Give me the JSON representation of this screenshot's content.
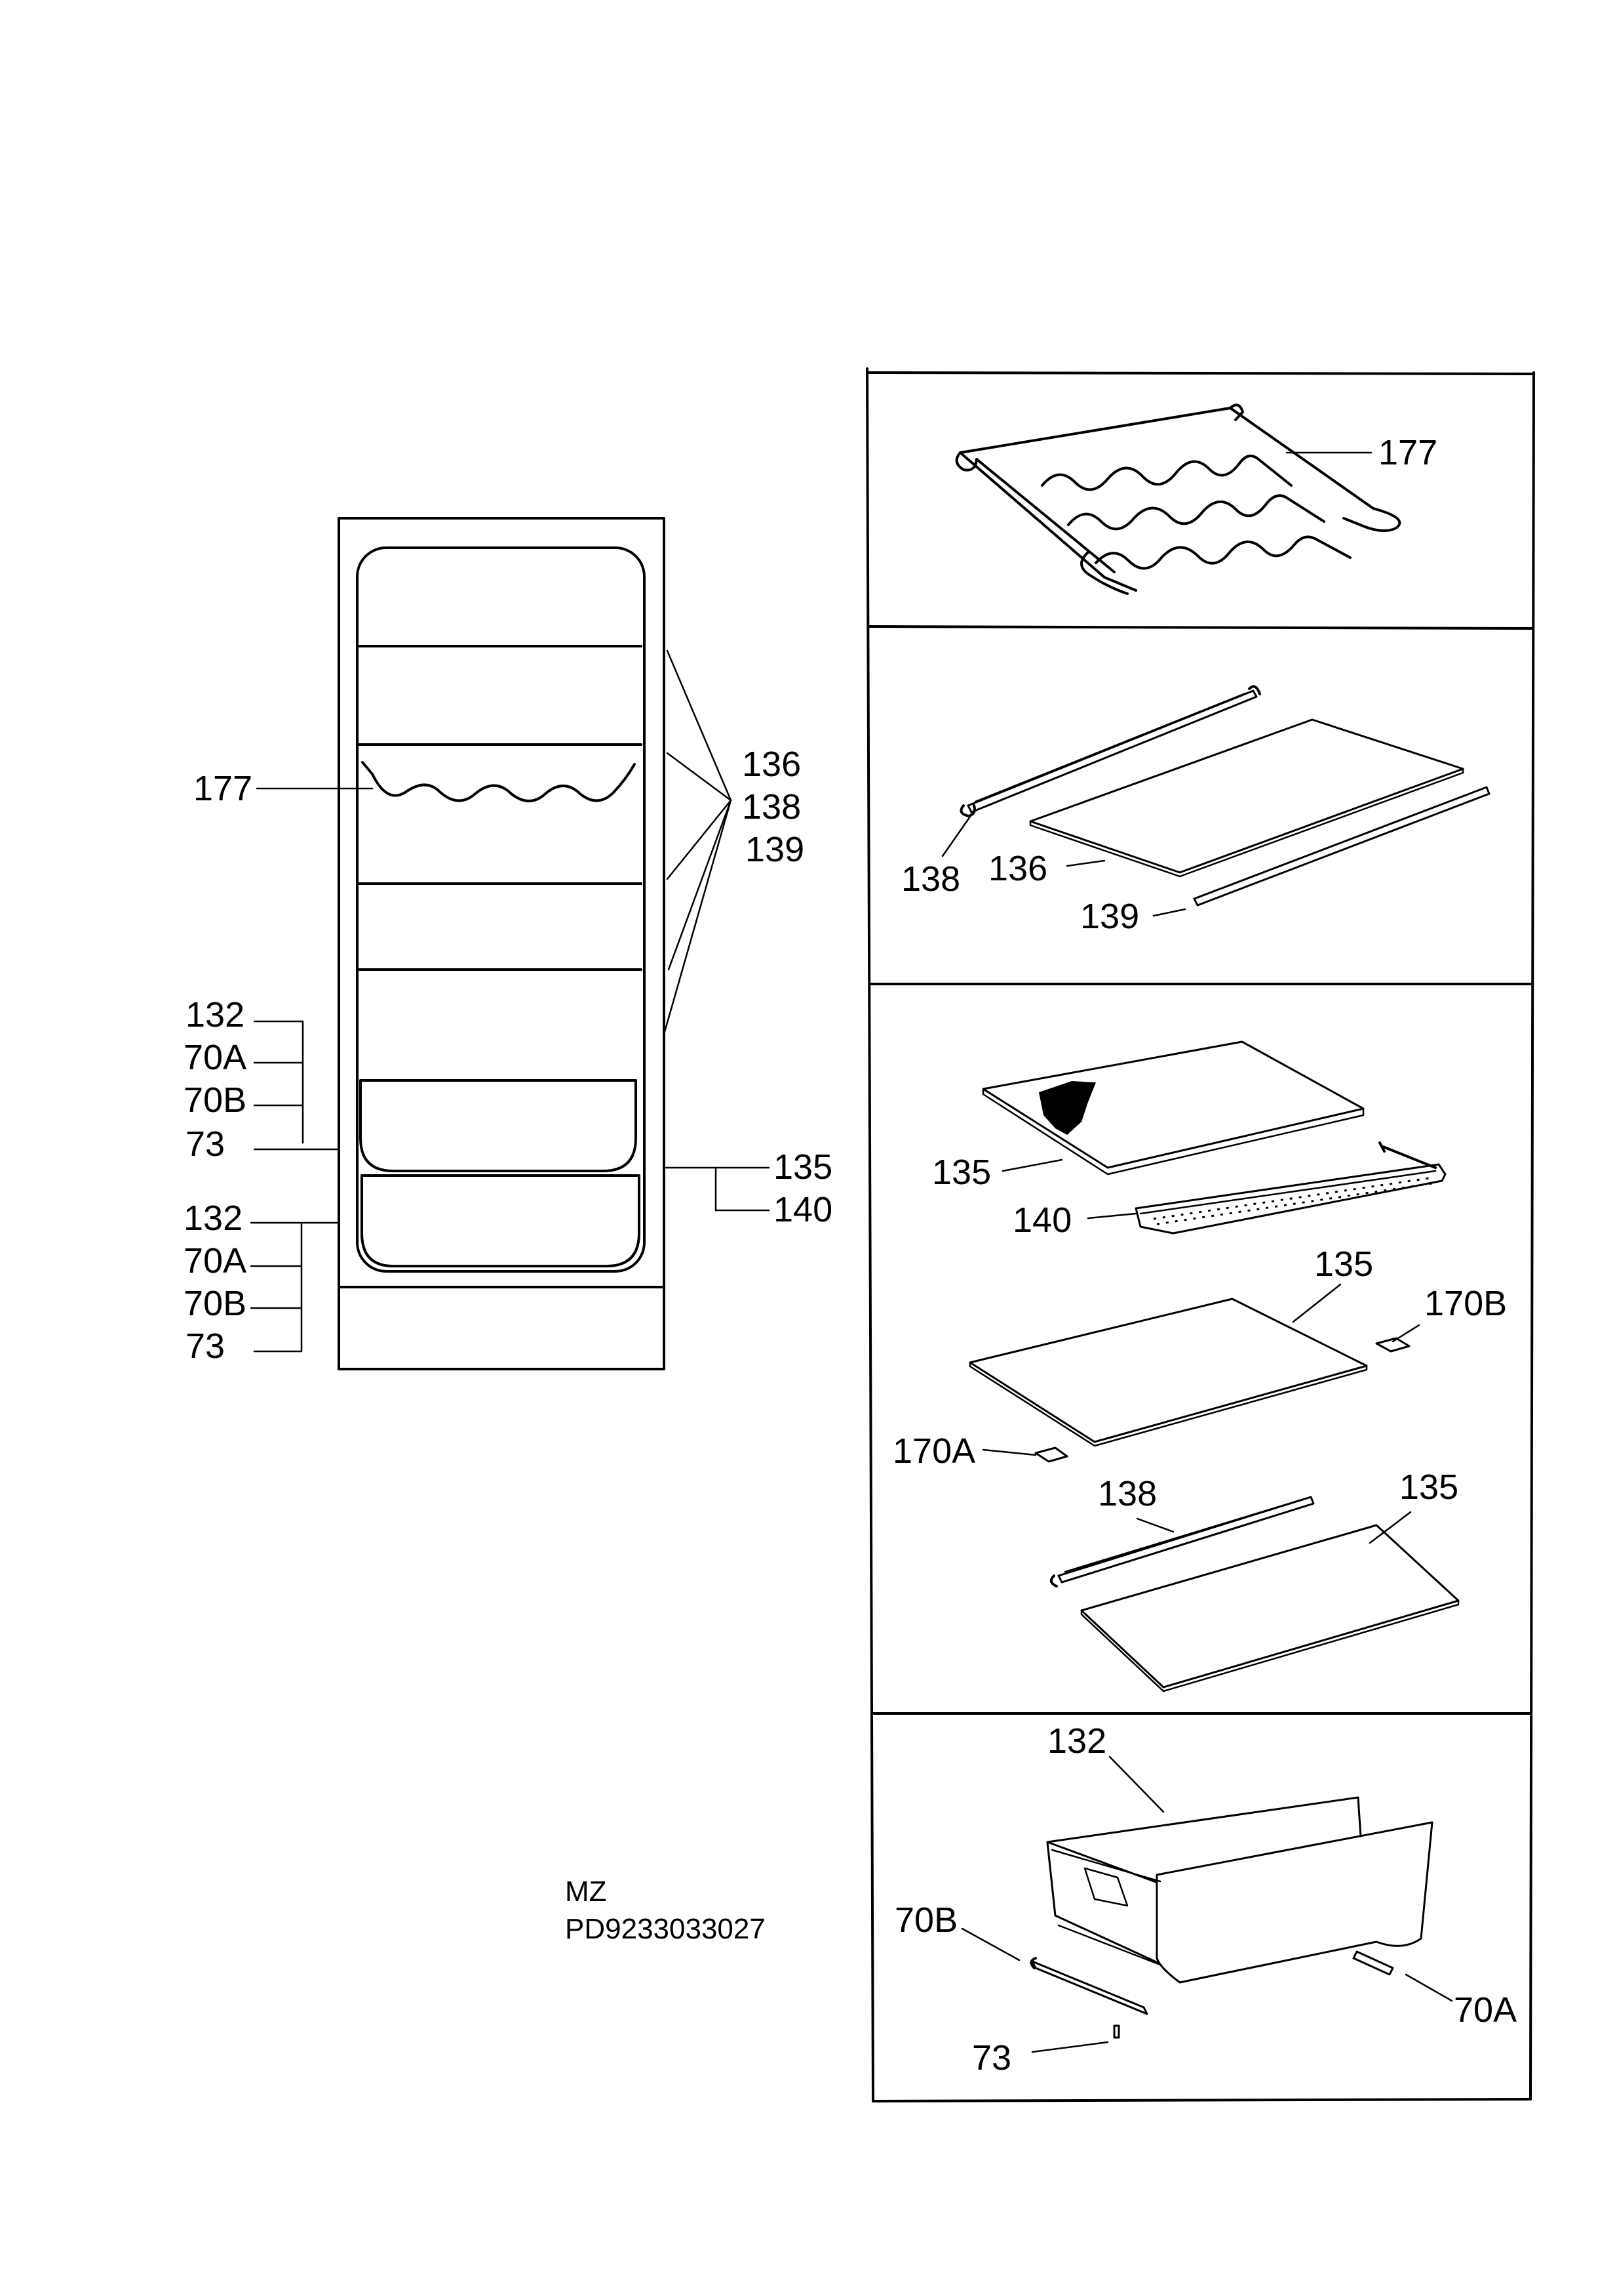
{
  "overview": {
    "left": [
      "132",
      "70A",
      "70B",
      "73",
      "132",
      "70A",
      "70B",
      "73"
    ],
    "shelf": "177",
    "right_group": [
      "136",
      "138",
      "139"
    ],
    "bottom_right": [
      "135",
      "140"
    ]
  },
  "panels": {
    "wine_rack": [
      "177"
    ],
    "glass_shelf": [
      "138",
      "136",
      "139"
    ],
    "crisper_cover": [
      "135",
      "140",
      "135",
      "170B",
      "170A",
      "138",
      "135"
    ],
    "drawer": [
      "132",
      "70B",
      "73",
      "70A"
    ]
  },
  "model": {
    "line1": "MZ",
    "line2": "PD9233033027"
  }
}
